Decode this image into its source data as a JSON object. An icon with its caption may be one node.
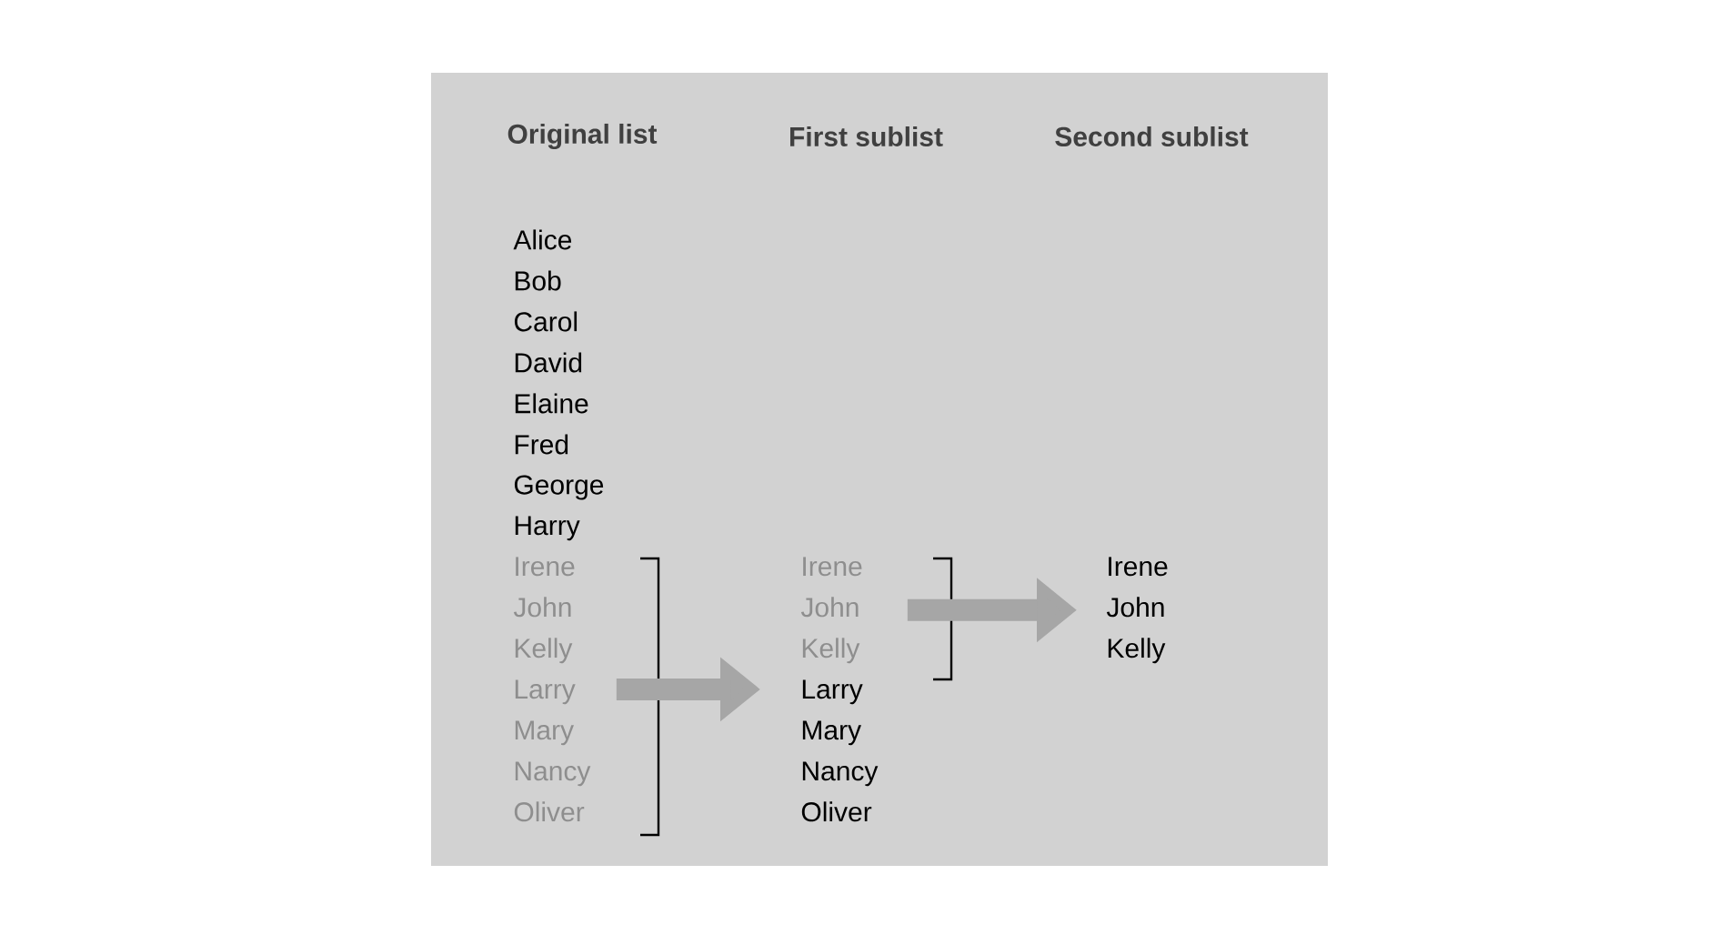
{
  "diagram": {
    "nodes": [
      {
        "text": [
          "Irene",
          "John",
          "Kelly",
          "Larry",
          "Mary",
          "Nancy",
          "Oliver"
        ]
      },
      {
        "text": [
          "Irene",
          "John",
          "Kelly",
          "Larry",
          "Mary",
          "Nancy",
          "Oliver"
        ]
      },
      {
        "text": [
          "Irene",
          "John",
          "Kelly"
        ]
      }
    ],
    "edges": [
      {
        "from": 0,
        "to": 1,
        "arrow": "to"
      },
      {
        "from": 1,
        "to": 2,
        "arrow": "to"
      }
    ],
    "labels": [
      "Original list",
      "First sublist",
      "Second sublist",
      "Alice",
      "Bob",
      "Carol",
      "David",
      "Elaine",
      "Fred",
      "George",
      "Harry"
    ]
  }
}
